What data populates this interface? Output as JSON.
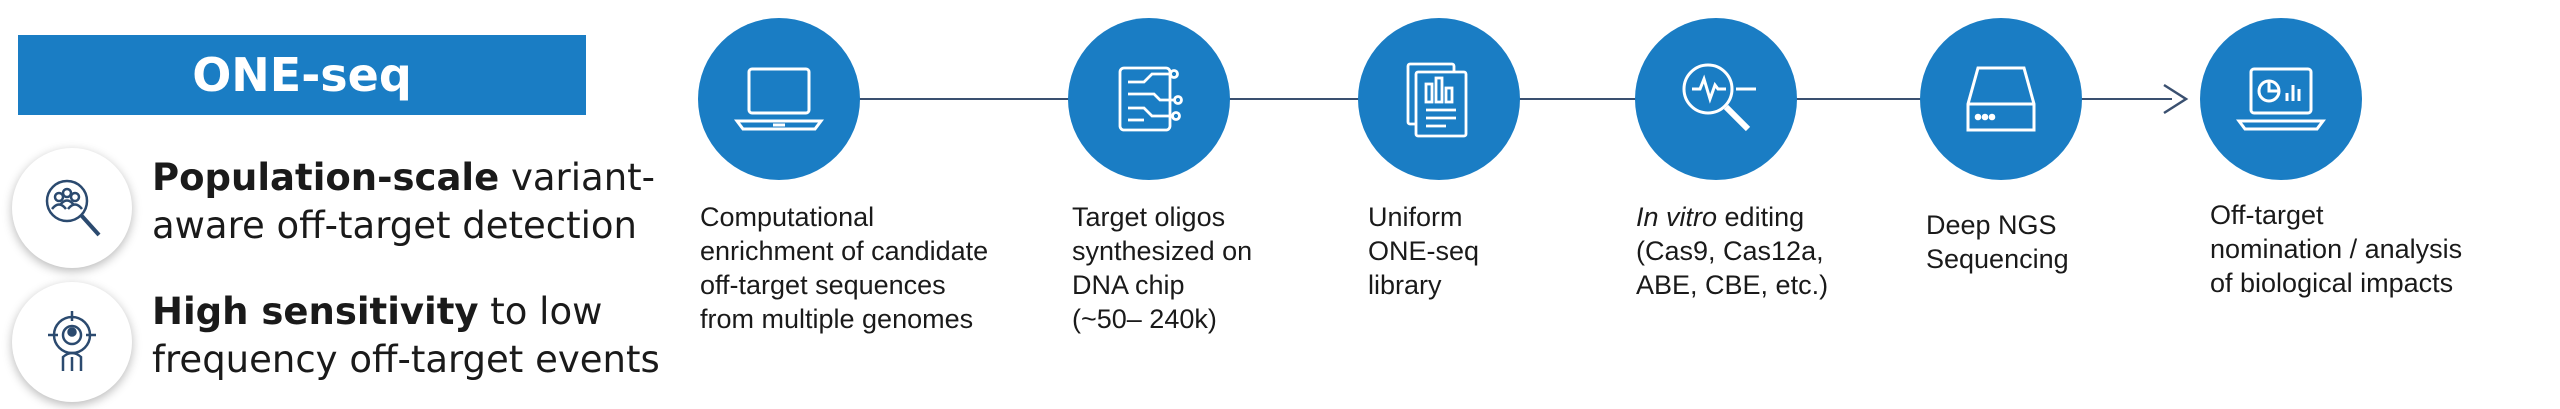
{
  "title": "ONE-seq",
  "features": [
    {
      "icon": "population-search-icon",
      "bold": "Population-scale",
      "rest_line1": " variant-",
      "line2": "aware off-target detection"
    },
    {
      "icon": "target-person-icon",
      "bold": "High sensitivity",
      "rest_line1": " to low",
      "line2": "frequency off-target events"
    }
  ],
  "steps": [
    {
      "icon": "laptop-icon",
      "lines": [
        "Computational",
        "enrichment of candidate",
        "off-target sequences",
        "from multiple genomes"
      ]
    },
    {
      "icon": "dna-chip-icon",
      "lines": [
        "Target oligos",
        "synthesized on",
        "DNA chip",
        "(~50– 240k)"
      ]
    },
    {
      "icon": "library-icon",
      "lines": [
        "Uniform",
        "ONE-seq",
        "library"
      ]
    },
    {
      "icon": "magnifier-signal-icon",
      "italic": "In vitro",
      "line1_rest": " editing",
      "lines": [
        "(Cas9, Cas12a,",
        "ABE, CBE, etc.)"
      ]
    },
    {
      "icon": "sequencer-icon",
      "lines": [
        "Deep NGS",
        "Sequencing"
      ]
    },
    {
      "icon": "analysis-laptop-icon",
      "lines": [
        "Off-target",
        "nomination / analysis",
        "of biological impacts"
      ]
    }
  ],
  "colors": {
    "accent": "#1a7dc4",
    "line": "#3a5070",
    "text": "#1a1a1a"
  }
}
